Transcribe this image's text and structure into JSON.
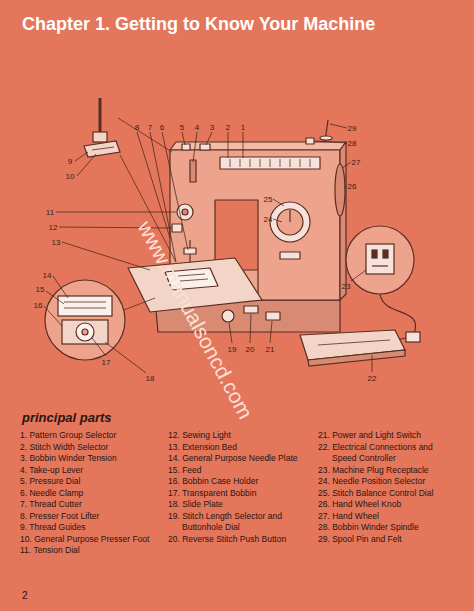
{
  "diagram": {
    "title": "Chapter 1. Getting to Know Your Machine",
    "labels": [
      "1",
      "2",
      "3",
      "4",
      "5",
      "6",
      "7",
      "8",
      "9",
      "10",
      "11",
      "12",
      "13",
      "14",
      "15",
      "16",
      "17",
      "18",
      "19",
      "20",
      "21",
      "22",
      "23",
      "24",
      "25",
      "26",
      "27",
      "28",
      "29",
      "principal parts",
      "1. Pattern Group Selector",
      "2. Stitch Width Selector",
      "3. Bobbin Winder Tension",
      "4. Take-up Lever",
      "5. Pressure Dial",
      "6. Needle Clamp",
      "7. Thread Cutter",
      "8. Presser Foot Lifter",
      "9. Thread Guides",
      "10. General Purpose Presser Foot",
      "11. Tension Dial",
      "12. Sewing Light",
      "13. Extension Bed",
      "14. General Purpose Needle Plate",
      "15. Feed",
      "16. Bobbin Case Holder",
      "17. Transparent Bobbin",
      "18. Slide Plate",
      "19. Stitch Length Selector and Buttonhole Dial",
      "20. Reverse Stitch Push Button",
      "21. Power and Light Switch",
      "22. Electrical Connections and Speed Controller",
      "23. Machine Plug Receptacle",
      "24. Needle Position Selector",
      "25. Stitch Balance Control Dial",
      "26. Hand Wheel Knob",
      "27. Hand Wheel",
      "28. Bobbin Winder Spindle",
      "29. Spool Pin and Felt",
      "www.manualsoncd.com",
      "2"
    ]
  }
}
